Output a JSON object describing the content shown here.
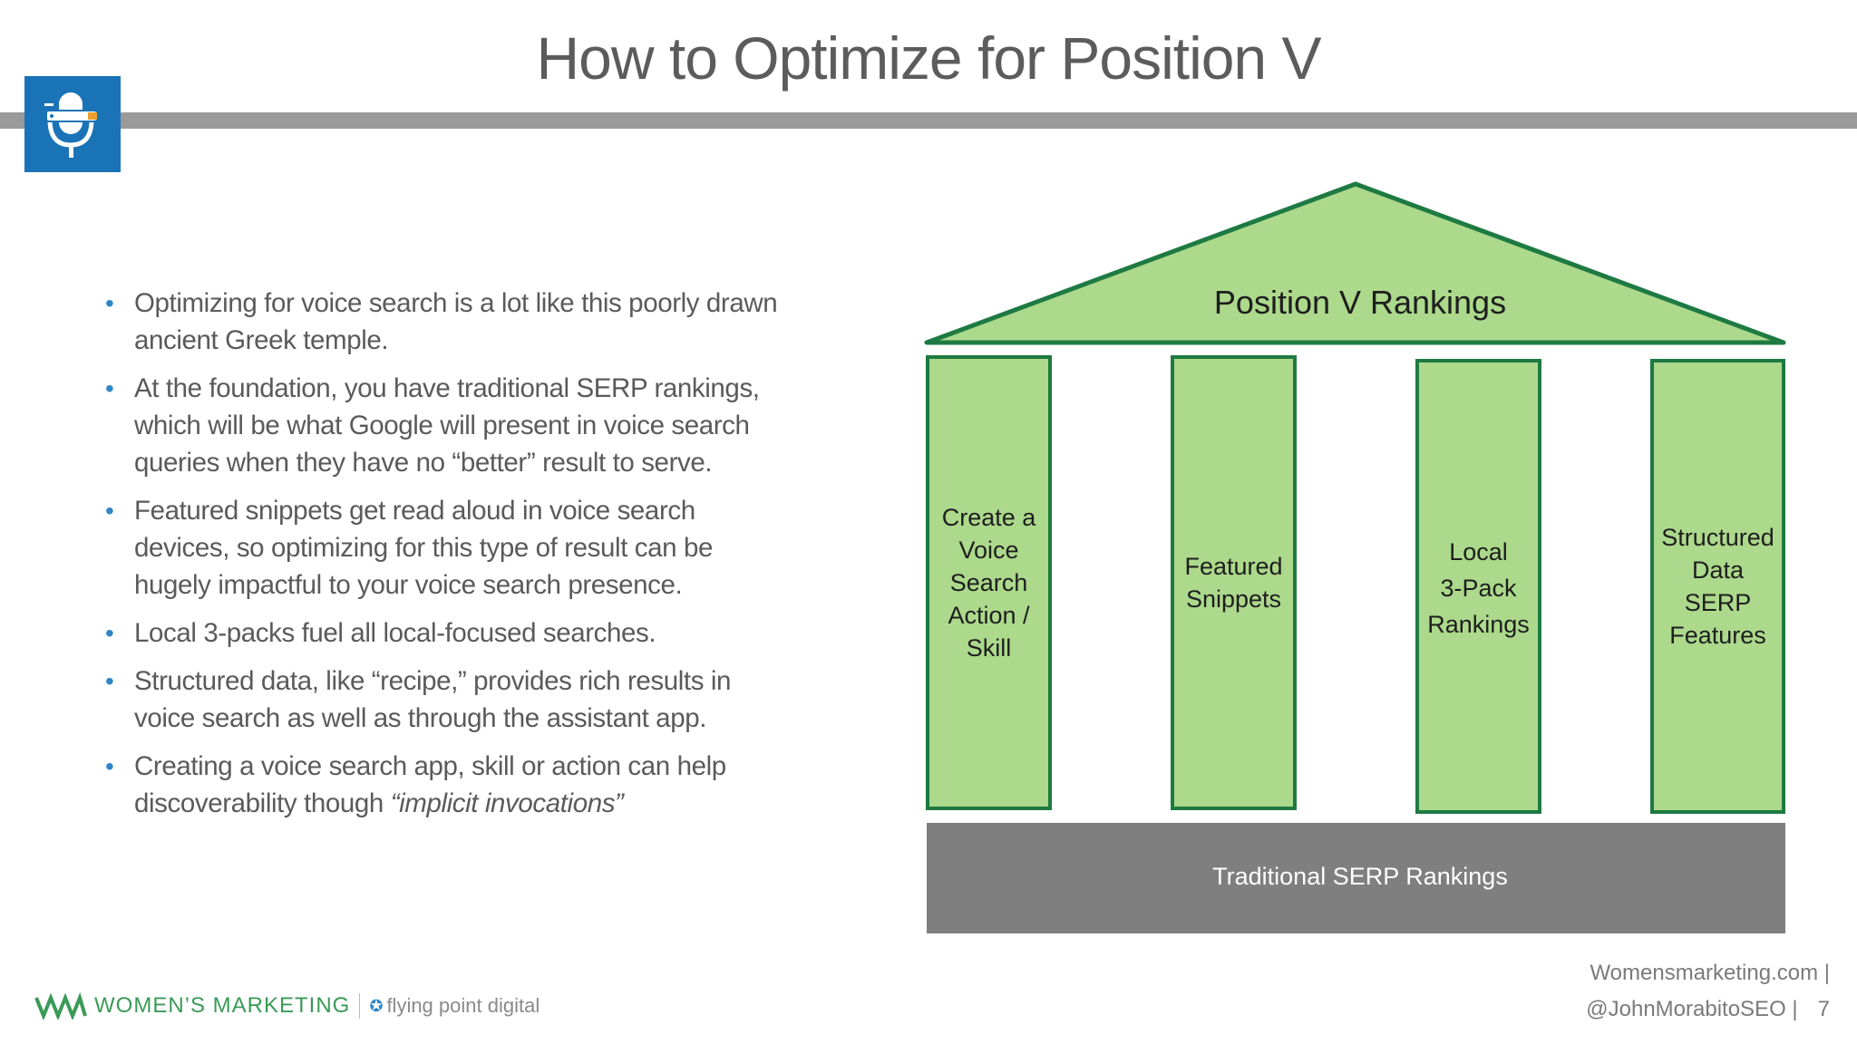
{
  "slide": {
    "title": "How to Optimize for Position V",
    "logo_icon": "microphone-search-icon",
    "bullets": [
      {
        "text": "Optimizing for voice search is a lot like this poorly drawn ancient Greek temple.",
        "italic": ""
      },
      {
        "text": "At the foundation, you have traditional SERP rankings, which will be what Google will present in voice search queries when they have no “better” result to serve.",
        "italic": ""
      },
      {
        "text": "Featured snippets get read aloud in voice search devices, so optimizing for this type of result can be hugely impactful to your voice search presence.",
        "italic": ""
      },
      {
        "text": "Local 3-packs fuel all local-focused searches.",
        "italic": ""
      },
      {
        "text": "Structured data, like “recipe,” provides rich results in voice search as well as through the assistant app.",
        "italic": ""
      },
      {
        "text": "Creating a voice search app, skill or action can help discoverability though ",
        "italic": "“implicit invocations”"
      }
    ]
  },
  "diagram": {
    "roof_label": "Position V Rankings",
    "pillars": [
      {
        "lines": [
          "Create a",
          "Voice",
          "Search",
          "Action /",
          "Skill"
        ]
      },
      {
        "lines": [
          "Featured",
          "Snippets"
        ]
      },
      {
        "lines": [
          "Local",
          "3-Pack",
          "Rankings"
        ]
      },
      {
        "lines": [
          "Structured",
          "Data",
          "SERP",
          "Features"
        ]
      }
    ],
    "base_label": "Traditional SERP Rankings",
    "colors": {
      "fill": "#acd98b",
      "stroke": "#1e7a42",
      "base": "#7f7f80"
    }
  },
  "footer": {
    "brand_left": "WOMEN’S MARKETING",
    "brand_right": "flying point digital",
    "site": "Womensmarketing.com |",
    "handle": "@JohnMorabitoSEO |",
    "page": "7"
  }
}
